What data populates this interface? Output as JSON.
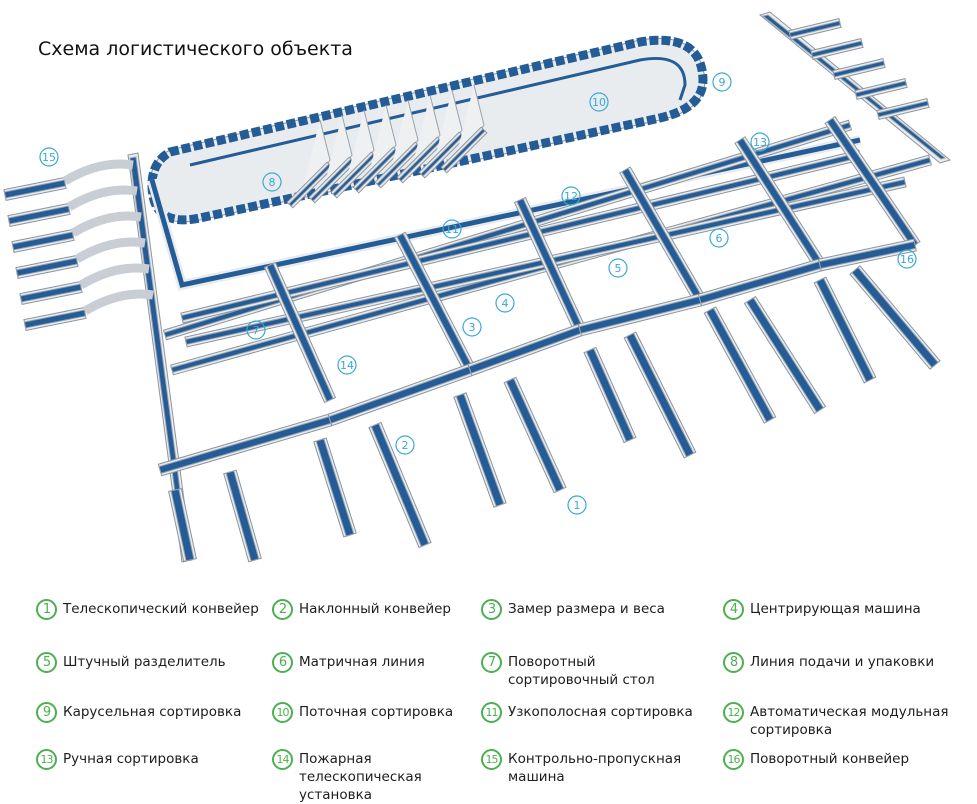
{
  "title": "Схема логистического объекта",
  "colors": {
    "belt": "#235c96",
    "rail": "#e9ecef",
    "marker": "#3aa8d8",
    "legend_number": "#4caf50"
  },
  "diagram_markers": [
    {
      "num": "1",
      "label": "Телескопический конвейер"
    },
    {
      "num": "2",
      "label": "Наклонный конвейер"
    },
    {
      "num": "3",
      "label": "Замер размера и веса"
    },
    {
      "num": "4",
      "label": "Центрирующая машина"
    },
    {
      "num": "5",
      "label": "Штучный разделитель"
    },
    {
      "num": "6",
      "label": "Матричная линия"
    },
    {
      "num": "7",
      "label": "Поворотный сортировочный стол"
    },
    {
      "num": "8",
      "label": "Линия подачи и упаковки"
    },
    {
      "num": "9",
      "label": "Карусельная сортировка"
    },
    {
      "num": "10",
      "label": "Поточная сортировка"
    },
    {
      "num": "11",
      "label": "Узкополосная сортировка"
    },
    {
      "num": "12",
      "label": "Автоматическая модульная сортировка"
    },
    {
      "num": "13",
      "label": "Ручная сортировка"
    },
    {
      "num": "14",
      "label": "Пожарная телескопическая установка"
    },
    {
      "num": "15",
      "label": "Контрольно-пропускная машина"
    },
    {
      "num": "16",
      "label": "Поворотный конвейер"
    }
  ],
  "legend": [
    {
      "num": "1",
      "label": "Телескопический конвейер"
    },
    {
      "num": "2",
      "label": "Наклонный конвейер"
    },
    {
      "num": "3",
      "label": "Замер размера и веса"
    },
    {
      "num": "4",
      "label": "Центрирующая машина"
    },
    {
      "num": "5",
      "label": "Штучный разделитель"
    },
    {
      "num": "6",
      "label": "Матричная линия"
    },
    {
      "num": "7",
      "label": "Поворотный\nсортировочный стол"
    },
    {
      "num": "8",
      "label": "Линия подачи и упаковки"
    },
    {
      "num": "9",
      "label": "Карусельная сортировка"
    },
    {
      "num": "10",
      "label": "Поточная сортировка"
    },
    {
      "num": "11",
      "label": "Узкополосная сортировка"
    },
    {
      "num": "12",
      "label": "Автоматическая модульная\nсортировка"
    },
    {
      "num": "13",
      "label": "Ручная сортировка"
    },
    {
      "num": "14",
      "label": "Пожарная\nтелескопическая\nустановка"
    },
    {
      "num": "15",
      "label": "Контрольно-пропускная\nмашина"
    },
    {
      "num": "16",
      "label": "Поворотный конвейер"
    }
  ]
}
